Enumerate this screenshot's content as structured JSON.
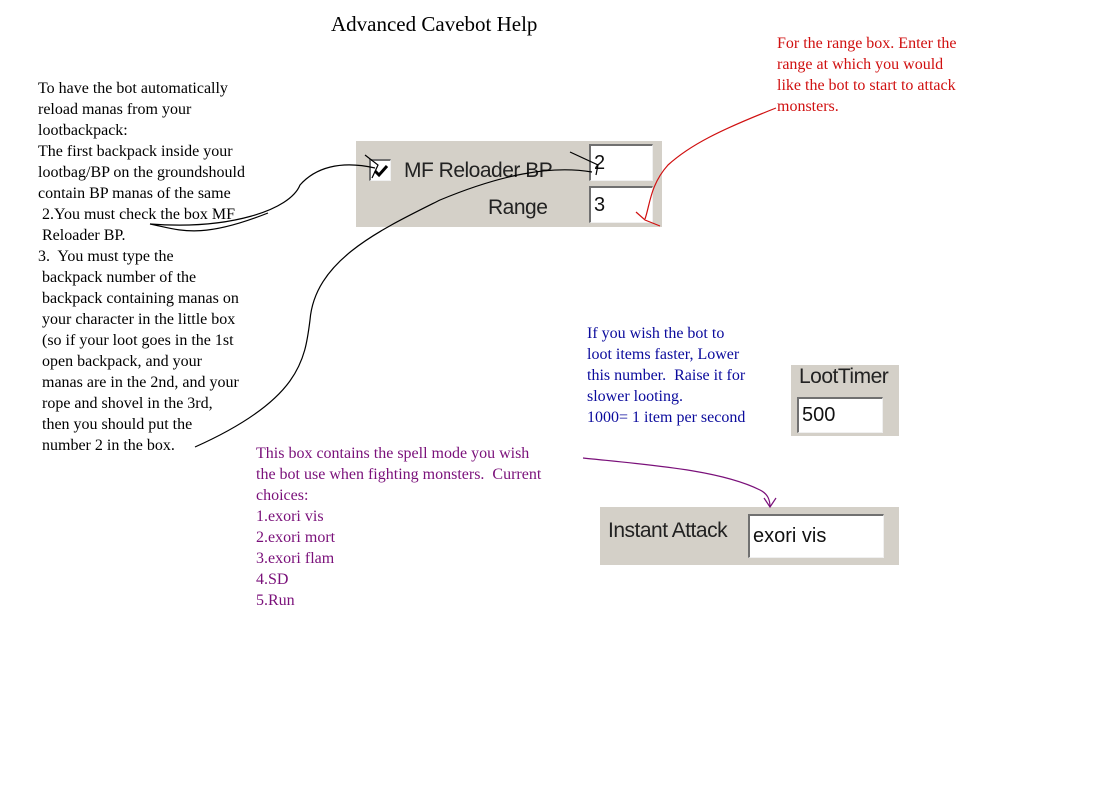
{
  "page": {
    "title": "Advanced Cavebot Help"
  },
  "notes": {
    "reload_manas": "To have the bot automatically\nreload manas from your\nlootbackpack:\nThe first backpack inside your\nlootbag/BP on the groundshould\ncontain BP manas of the same\n 2.You must check the box MF\n Reloader BP.\n3.  You must type the\n backpack number of the\n backpack containing manas on\n your character in the little box\n (so if your loot goes in the 1st\n open backpack, and your\n manas are in the 2nd, and your\n rope and shovel in the 3rd,\n then you should put the\n number 2 in the box.",
    "range_box": "For the range box. Enter the\nrange at which you would\nlike the bot to start to attack\nmonsters.",
    "loot_timer": "If you wish the bot to\nloot items faster, Lower\nthis number.  Raise it for\nslower looting.\n1000= 1 item per second",
    "spell_mode": "This box contains the spell mode you wish\nthe bot use when fighting monsters.  Current\nchoices:\n1.exori vis\n2.exori mort\n3.exori flam\n4.SD\n5.Run"
  },
  "mf_panel": {
    "checkbox_label": "MF Reloader BP",
    "checked": true,
    "backpack_value": "2",
    "range_label": "Range",
    "range_value": "3"
  },
  "loot_panel": {
    "label": "LootTimer",
    "value": "500"
  },
  "attack_panel": {
    "label": "Instant Attack",
    "value": "exori vis"
  },
  "colors": {
    "background": "#ffffff",
    "panel": "#d4d0c8",
    "red_note": "#d01010",
    "blue_note": "#0a0a9c",
    "purple_note": "#7a107a",
    "black_note": "#000000"
  }
}
